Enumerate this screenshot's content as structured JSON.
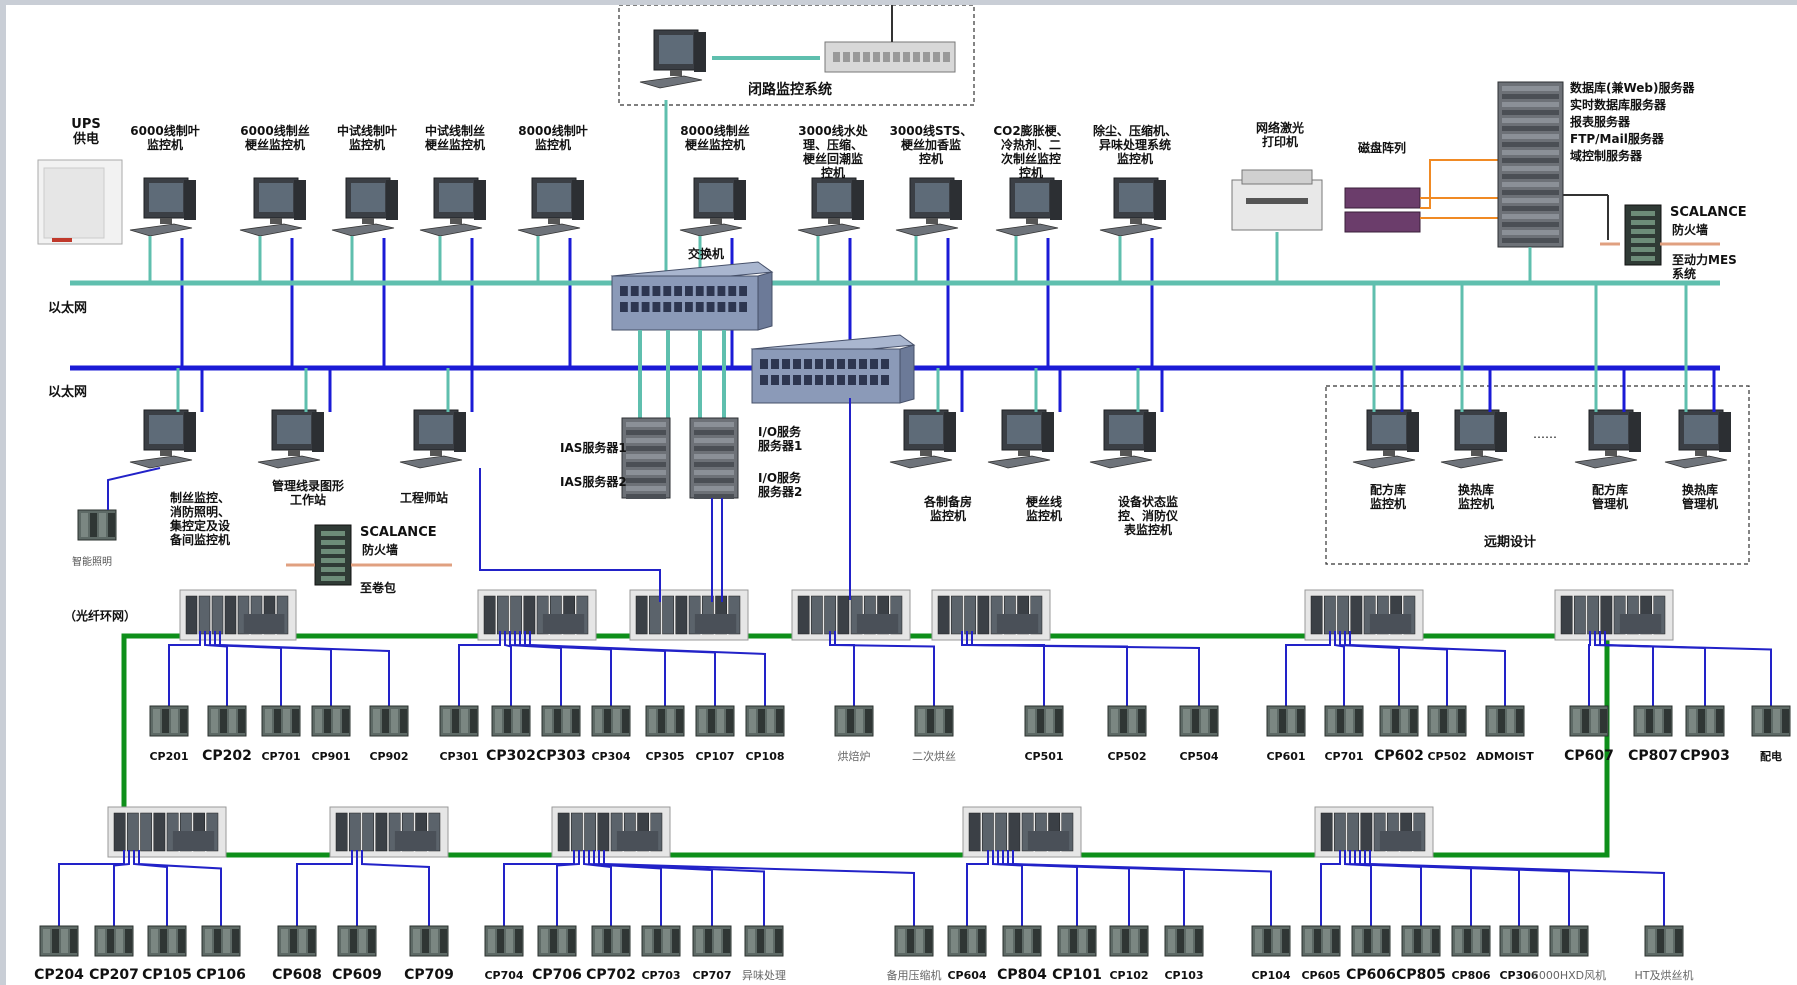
{
  "colors": {
    "ethernet_1": "#5fbfae",
    "ethernet_2": "#1b1bd6",
    "fiber_ring": "#0e8f1a",
    "drop_line": "#2222c8",
    "firewall_cable": "#e0a080"
  },
  "network_labels": {
    "ethernet_top": "以太网",
    "ethernet_bottom": "以太网",
    "fiber_ring": "（光纤环网）",
    "switch": "交换机"
  },
  "top_box": {
    "label": "闭路监控系统"
  },
  "upper_row": [
    {
      "label": "UPS\n供电",
      "icon": "ups-icon"
    },
    {
      "label": "6000线制叶\n监控机",
      "icon": "workstation-icon"
    },
    {
      "label": "6000线制丝\n梗丝监控机",
      "icon": "workstation-icon"
    },
    {
      "label": "中试线制叶\n监控机",
      "icon": "workstation-icon"
    },
    {
      "label": "中试线制丝\n梗丝监控机",
      "icon": "workstation-icon"
    },
    {
      "label": "8000线制叶\n监控机",
      "icon": "workstation-icon"
    },
    {
      "label": "8000线制丝\n梗丝监控机",
      "icon": "workstation-icon"
    },
    {
      "label": "3000线水处\n理、压缩、\n梗丝回潮监\n控机",
      "icon": "workstation-icon"
    },
    {
      "label": "3000线STS、\n梗丝加香监\n控机",
      "icon": "workstation-icon"
    },
    {
      "label": "CO2膨胀梗、\n冷热剂、二\n次制丝监控\n控机",
      "icon": "workstation-icon"
    },
    {
      "label": "除尘、压缩机、\n异味处理系统\n监控机",
      "icon": "workstation-icon"
    },
    {
      "label": "网络激光\n打印机",
      "icon": "printer-icon"
    },
    {
      "label": "磁盘阵列",
      "icon": "disk-array-icon"
    }
  ],
  "server_rack_labels": [
    "数据库(兼Web)服务器",
    "实时数据库服务器",
    "报表服务器",
    "FTP/Mail服务器",
    "域控制服务器"
  ],
  "scalance_top": {
    "title": "SCALANCE",
    "subtitle": "防火墙",
    "note": "至动力MES\n系统"
  },
  "servers": {
    "ias_1": "IAS服务器1",
    "ias_2": "IAS服务器2",
    "io_1": "I/O服务\n服务器1",
    "io_2": "I/O服务\n服务器2"
  },
  "lower_row": [
    {
      "label": "制丝监控、\n消防照明、\n集控定及设\n备间监控机",
      "icon": "workstation-icon"
    },
    {
      "label": "管理线录图形\n工作站",
      "icon": "workstation-icon"
    },
    {
      "label": "工程师站",
      "icon": "workstation-icon"
    },
    {
      "label": "各制备房\n监控机",
      "icon": "workstation-icon"
    },
    {
      "label": "梗丝线\n监控机",
      "icon": "workstation-icon"
    },
    {
      "label": "设备状态监\n控、消防仪\n表监控机",
      "icon": "workstation-icon"
    }
  ],
  "smart_lighting": "智能照明",
  "scalance_mid": {
    "title": "SCALANCE",
    "subtitle": "防火墙",
    "note": "至卷包"
  },
  "future_box": {
    "items": [
      "配方库\n监控机",
      "换热库\n监控机",
      "配方库\n管理机",
      "换热库\n管理机"
    ],
    "ellipsis": "……",
    "label": "远期设计"
  },
  "row1_labels": [
    "CP201",
    "CP202",
    "CP701",
    "CP901",
    "CP902",
    "CP301",
    "CP302",
    "CP303",
    "CP304",
    "CP305",
    "CP107",
    "CP108",
    "烘焙炉",
    "二次烘丝",
    "CP501",
    "CP502",
    "CP504",
    "CP601",
    "CP701",
    "CP602",
    "CP502",
    "ADMOIST",
    "CP607",
    "CP807",
    "CP903",
    "配电"
  ],
  "row2_labels": [
    "CP204",
    "CP207",
    "CP105",
    "CP106",
    "CP608",
    "CP609",
    "CP709",
    "CP704",
    "CP706",
    "CP702",
    "CP703",
    "CP707",
    "异味处理",
    "备用压缩机",
    "CP604",
    "CP804",
    "CP101",
    "CP102",
    "CP103",
    "CP104",
    "CP605",
    "CP606",
    "CP805",
    "CP806",
    "CP306",
    "6000HXD风机",
    "HT及烘丝机"
  ]
}
